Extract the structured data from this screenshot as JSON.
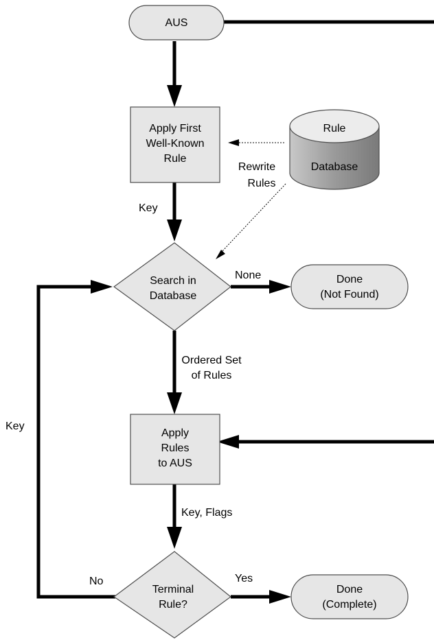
{
  "nodes": {
    "aus": {
      "label": "AUS"
    },
    "apply_first": {
      "lines": [
        "Apply First",
        "Well-Known",
        "Rule"
      ]
    },
    "rule_database": {
      "lines": [
        "Rule",
        "Database"
      ]
    },
    "search_db": {
      "lines": [
        "Search in",
        "Database"
      ]
    },
    "done_not_found": {
      "lines": [
        "Done",
        "(Not Found)"
      ]
    },
    "apply_rules": {
      "lines": [
        "Apply",
        "Rules",
        "to AUS"
      ]
    },
    "terminal_rule": {
      "lines": [
        "Terminal",
        "Rule?"
      ]
    },
    "done_complete": {
      "lines": [
        "Done",
        "(Complete)"
      ]
    }
  },
  "edges": {
    "rewrite_rules": [
      "Rewrite",
      "Rules"
    ],
    "key_top": "Key",
    "none": "None",
    "ordered_set": [
      "Ordered Set",
      "of Rules"
    ],
    "key_flags": "Key, Flags",
    "yes": "Yes",
    "no": "No",
    "key_left": "Key"
  },
  "colors": {
    "node_fill": "#e6e6e6",
    "node_stroke": "#4d4d4d",
    "cylinder_top": "#ececec",
    "cylinder_body": "#9a9a9a",
    "line": "#000000"
  }
}
